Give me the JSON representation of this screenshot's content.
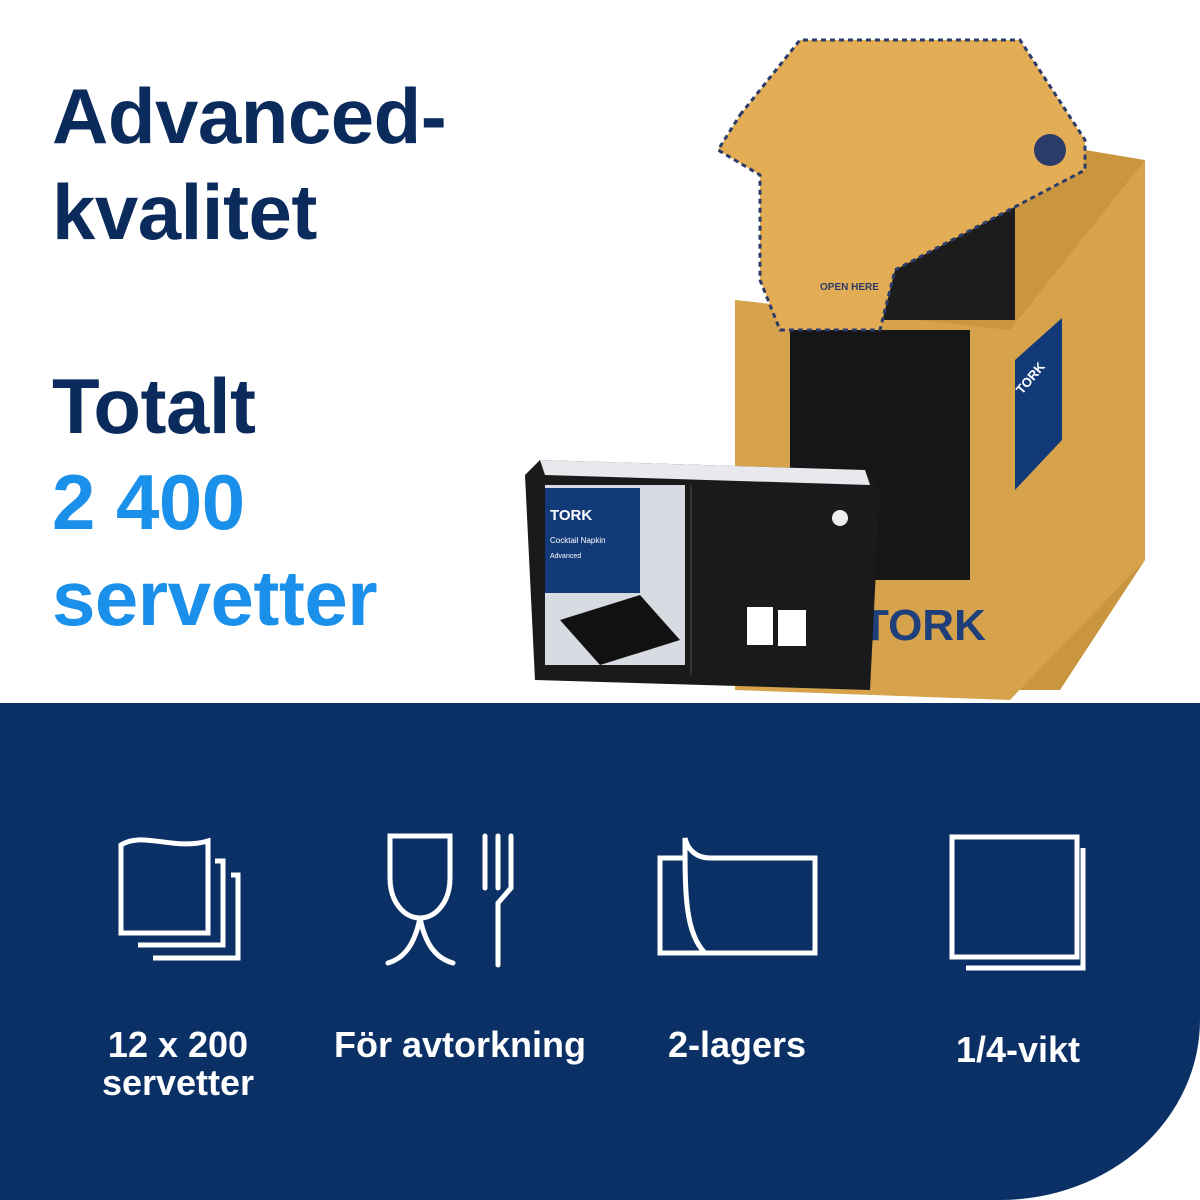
{
  "headline": {
    "line1": "Advanced-",
    "line2": "kvalitet",
    "total_label": "Totalt",
    "total_count": "2 400",
    "total_unit": "servetter"
  },
  "product": {
    "brand": "TORK",
    "name": "Cocktail Napkin",
    "quality": "Advanced",
    "open_text": "OPEN HERE"
  },
  "features": [
    {
      "icon": "napkin-stack-icon",
      "label_line1": "12 x 200",
      "label_line2": "servetter"
    },
    {
      "icon": "glass-fork-icon",
      "label_line1": "För avtorkning",
      "label_line2": ""
    },
    {
      "icon": "two-ply-icon",
      "label_line1": "2-lagers",
      "label_line2": ""
    },
    {
      "icon": "quarter-fold-icon",
      "label_line1": "1/4-vikt",
      "label_line2": ""
    }
  ],
  "colors": {
    "navy": "#0a3066",
    "heading": "#0b2b5c",
    "accent": "#1a90ea"
  }
}
